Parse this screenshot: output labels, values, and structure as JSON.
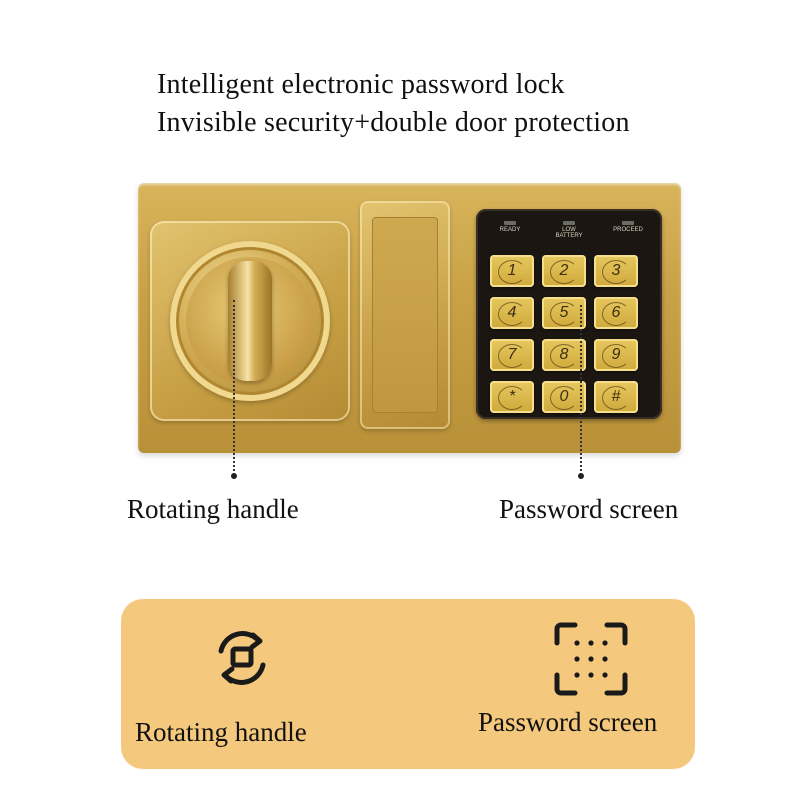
{
  "header": {
    "line1": "Intelligent electronic password lock",
    "line2": "Invisible security+double door protection"
  },
  "keypad": {
    "indicators": [
      "READY",
      "LOW\nBATTERY",
      "PROCEED"
    ],
    "keys": [
      "1",
      "2",
      "3",
      "4",
      "5",
      "6",
      "7",
      "8",
      "9",
      "*",
      "0",
      "#"
    ]
  },
  "callouts": {
    "handle": "Rotating handle",
    "screen": "Password screen"
  },
  "features": [
    {
      "icon": "rotate-icon",
      "label": "Rotating handle"
    },
    {
      "icon": "scan-grid-icon",
      "label": "Password screen"
    }
  ],
  "colors": {
    "card_background": "#f5c97d",
    "icon_color": "#1a1a1a",
    "keypad_background": "#1b1612",
    "gold": "#c9a247"
  }
}
